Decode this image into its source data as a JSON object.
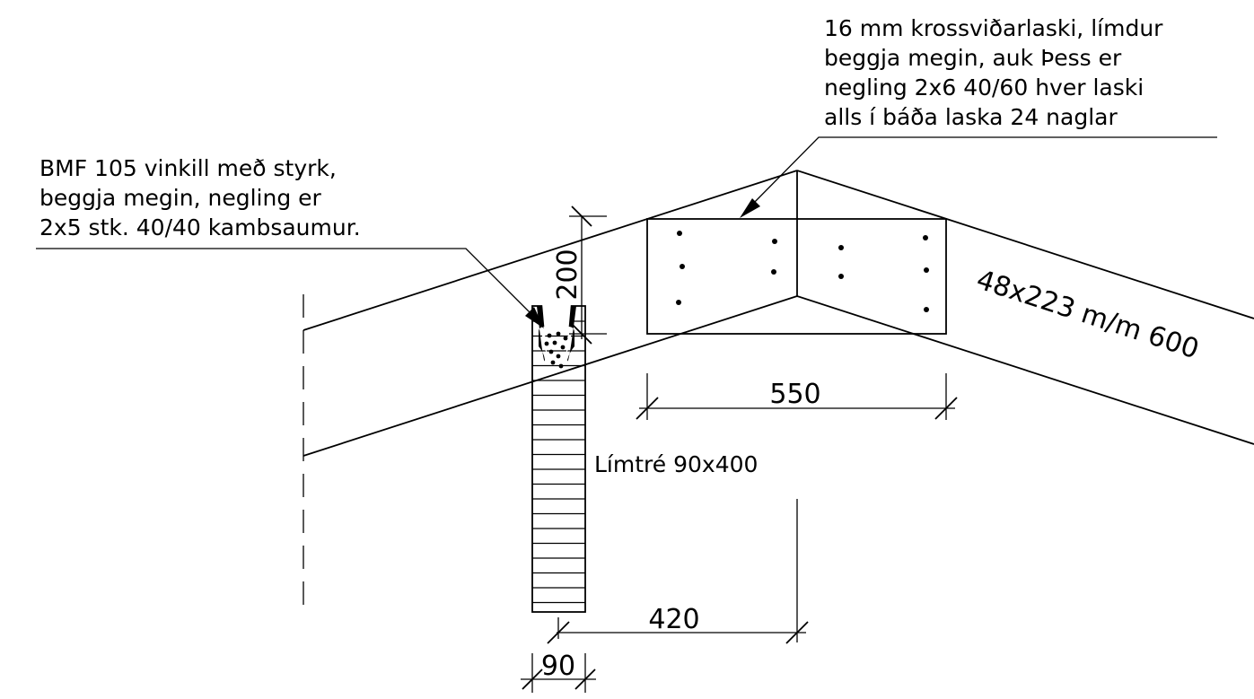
{
  "notes": {
    "gusset": [
      "16 mm krossviðarlaski, límdur",
      "beggja megin, auk Þess er",
      "negling 2x6  40/60   hver laski",
      "alls í báða laska 24 naglar"
    ],
    "bracket": [
      "BMF 105 vinkill   með styrk,",
      "beggja megin,   negling   er",
      "2x5  stk.  40/40  kambsaumur."
    ],
    "glulam": "Límtré 90x400",
    "rafter": "48x223  m/m  600"
  },
  "dimensions": {
    "beam_height": "200",
    "gusset_width": "550",
    "offset": "420",
    "column_width": "90"
  },
  "colors": {
    "ink": "#000000",
    "paper": "#ffffff"
  }
}
